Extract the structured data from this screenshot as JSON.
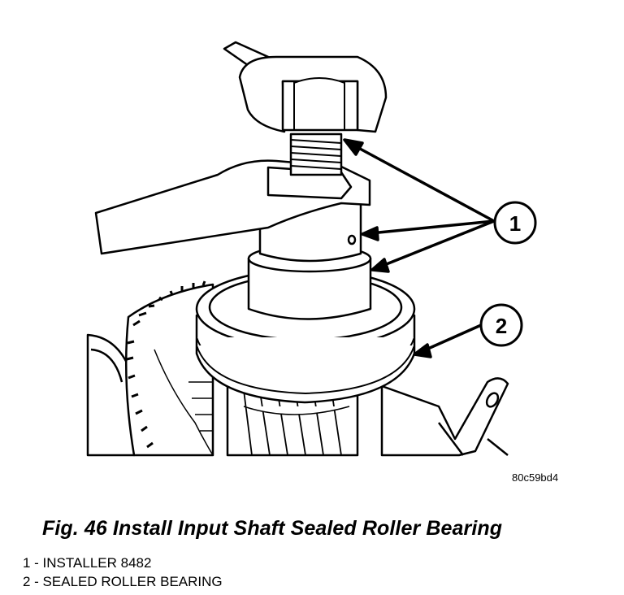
{
  "figure": {
    "callouts": [
      {
        "number": "1"
      },
      {
        "number": "2"
      }
    ],
    "code": "80c59bd4"
  },
  "caption": "Fig. 46 Install Input Shaft Sealed Roller Bearing",
  "legend": [
    {
      "text": "1 - INSTALLER 8482"
    },
    {
      "text": "2 - SEALED ROLLER BEARING"
    }
  ]
}
